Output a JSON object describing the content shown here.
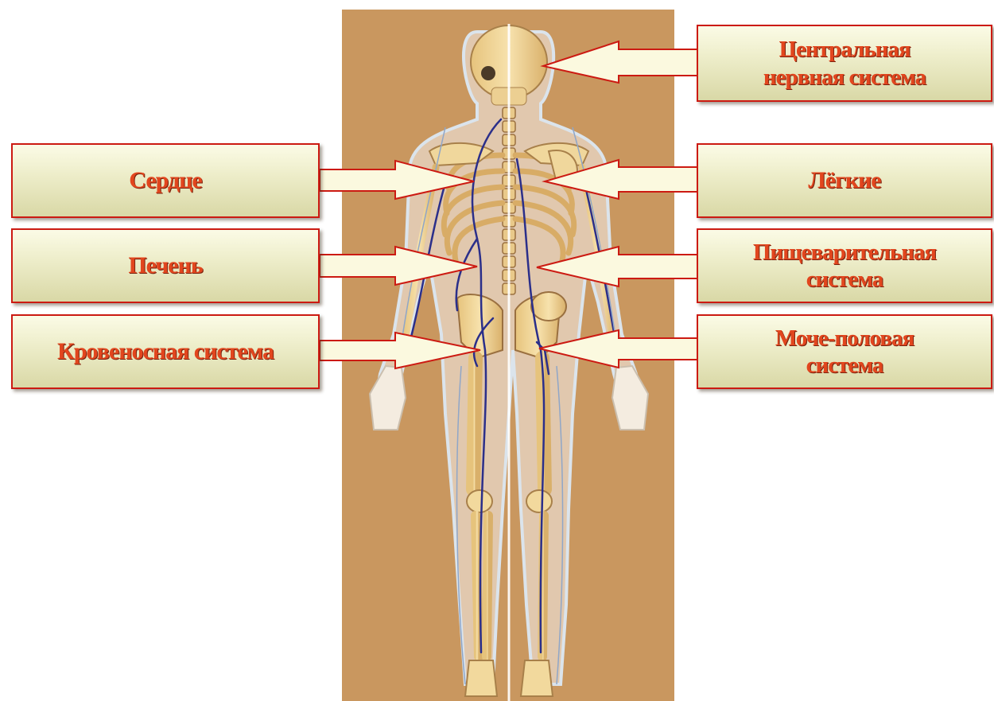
{
  "labels": {
    "cns": [
      "Центральная",
      "нервная система"
    ],
    "heart": "Сердце",
    "lungs": "Лёгкие",
    "liver": "Печень",
    "digestive": [
      "Пищеварительная",
      "система"
    ],
    "circulatory": "Кровеносная система",
    "urogenital": [
      "Моче-половая",
      "система"
    ]
  },
  "colors": {
    "label_text": "#e2461e",
    "callout_border": "#cc1a12",
    "panel_background": "#c9975f",
    "bone": "#f0d79c",
    "vessel": "#2b2f8a",
    "skin_outline": "#dbe4ec"
  }
}
